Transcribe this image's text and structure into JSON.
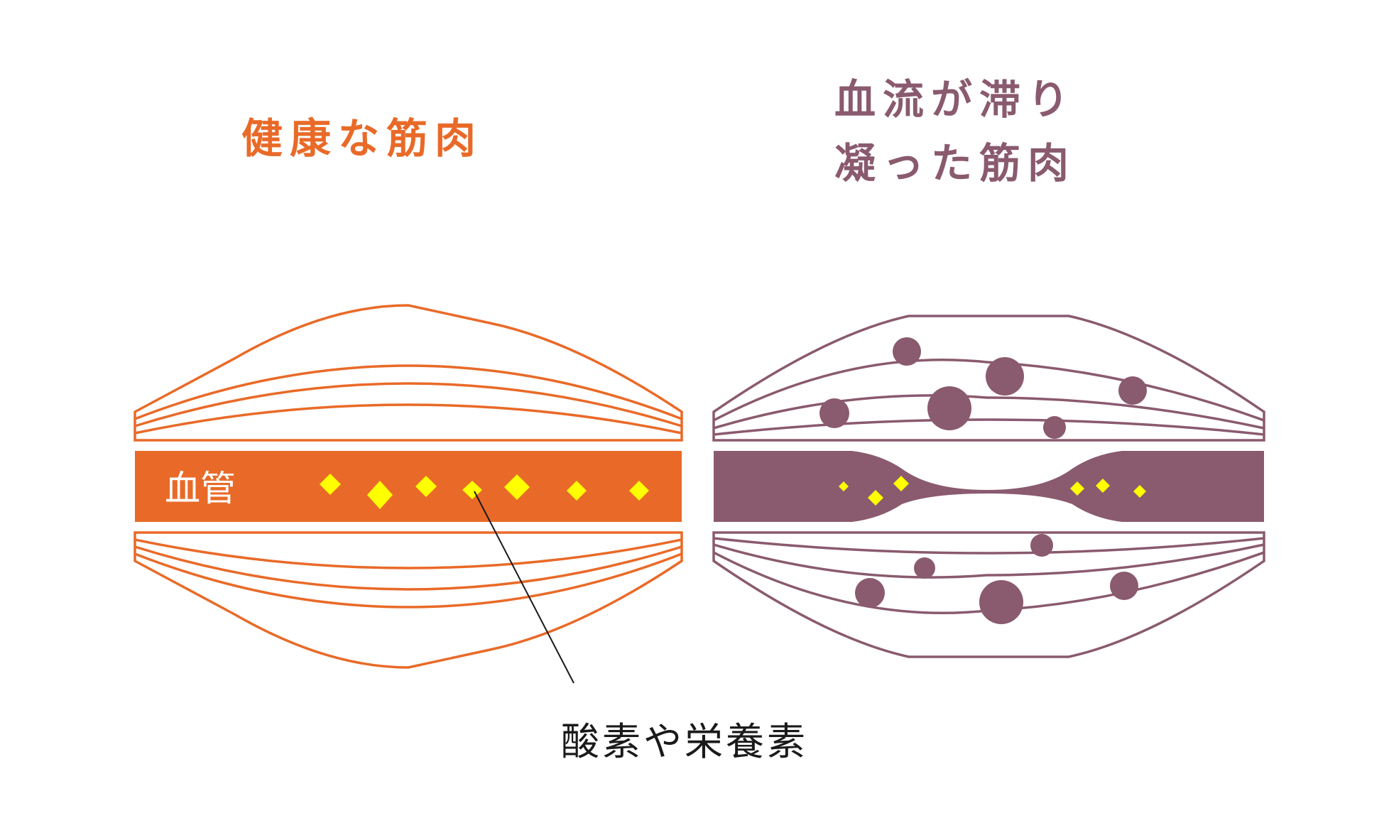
{
  "healthy": {
    "title": "健康な筋肉",
    "color": "#e96a28",
    "vessel_label": "血管"
  },
  "stagnant": {
    "title_line1": "血流が滞り",
    "title_line2": "凝った筋肉",
    "color": "#8a5a6e"
  },
  "nutrient_color": "#ffff00",
  "caption": "酸素や栄養素"
}
